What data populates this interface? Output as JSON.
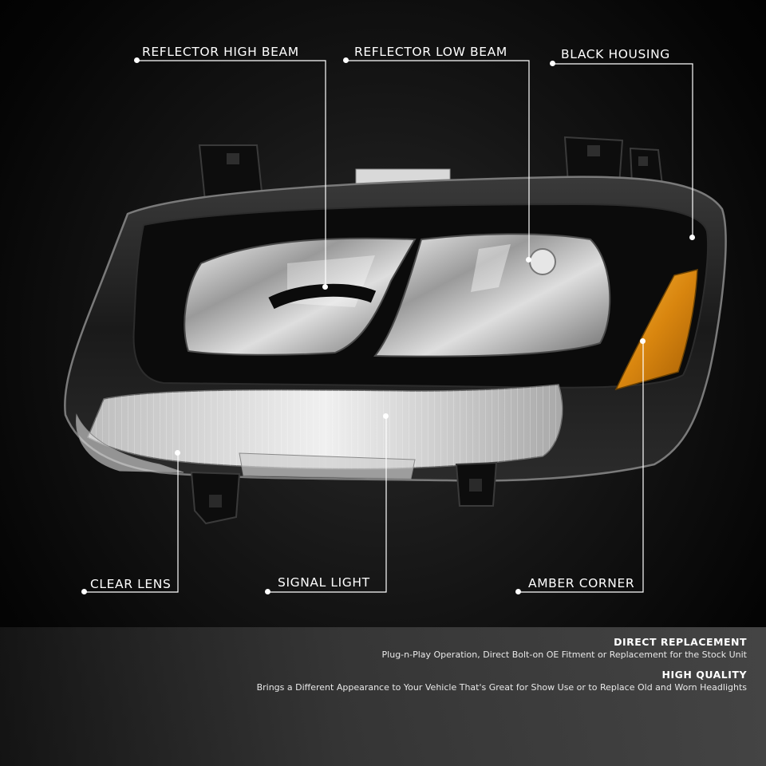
{
  "callouts": {
    "reflector_high_beam": "REFLECTOR HIGH BEAM",
    "reflector_low_beam": "REFLECTOR LOW BEAM",
    "black_housing": "BLACK HOUSING",
    "clear_lens": "CLEAR LENS",
    "signal_light": "SIGNAL LIGHT",
    "amber_corner": "AMBER CORNER"
  },
  "features": [
    {
      "title": "DIRECT REPLACEMENT",
      "description": "Plug-n-Play Operation, Direct Bolt-on OE Fitment or Replacement for the Stock Unit"
    },
    {
      "title": "HIGH QUALITY",
      "description": "Brings a Different Appearance to Your Vehicle That's Great for Show Use or to Replace Old and Worn Headlights"
    }
  ],
  "colors": {
    "background": "#000000",
    "housing": "#111111",
    "chrome": "#c8c8c8",
    "amber": "#e89a1c",
    "text": "#ffffff",
    "info_bar": "#4a4a4a"
  }
}
